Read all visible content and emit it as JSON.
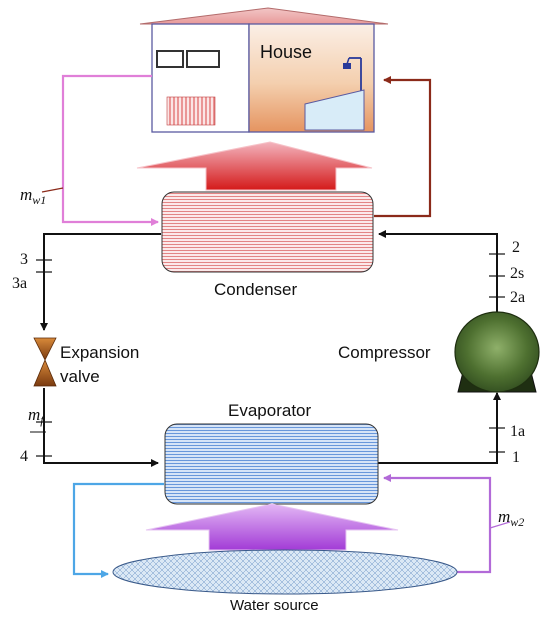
{
  "labels": {
    "house": "House",
    "condenser": "Condenser",
    "compressor": "Compressor",
    "expansion_line1": "Expansion",
    "expansion_line2": "valve",
    "evaporator": "Evaporator",
    "water_source": "Water source"
  },
  "flow_labels": {
    "mw1_base": "m",
    "mw1_sub": "w1",
    "mf_base": "m",
    "mf_sub": "f",
    "mw2_base": "m",
    "mw2_sub": "w2"
  },
  "state_points": {
    "p3": "3",
    "p3a": "3a",
    "p4": "4",
    "p2": "2",
    "p2s": "2s",
    "p2a": "2a",
    "p1a": "1a",
    "p1": "1"
  },
  "colors": {
    "refrigerant_line": "#111111",
    "hot_water_supply": "#8b2a1a",
    "hot_water_return": "#e07fd8",
    "source_supply": "#b26ad8",
    "source_return": "#4da6e6",
    "condenser_hatch": "#e07a7a",
    "evaporator_hatch": "#5b8ed8",
    "compressor_dark": "#2f4a1e",
    "compressor_light": "#8fb06a",
    "valve": "#8b4a16",
    "water_source_fill": "#cfe0f2"
  }
}
